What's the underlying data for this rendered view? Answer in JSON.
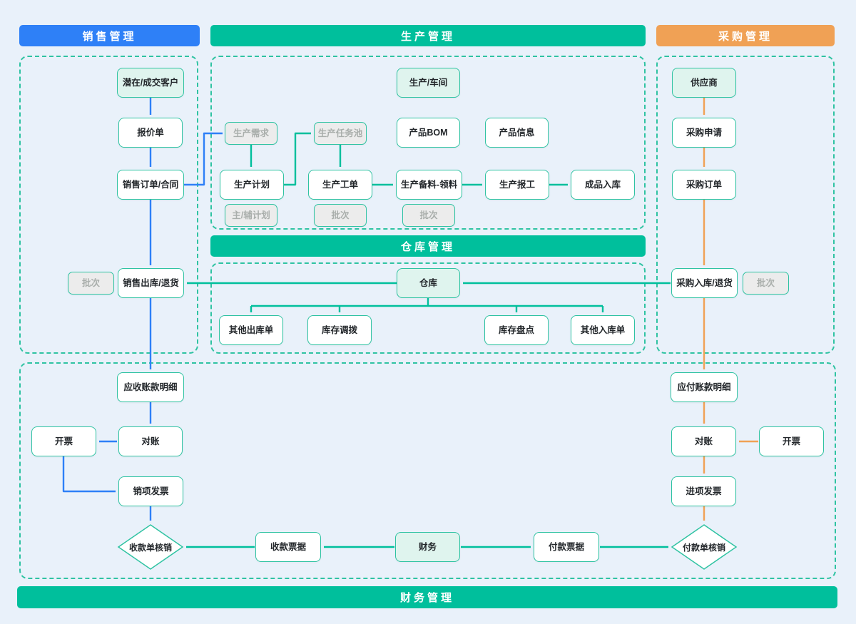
{
  "headers": {
    "sales": "销售管理",
    "production": "生产管理",
    "purchase": "采购管理",
    "warehouse": "仓库管理",
    "finance": "财务管理"
  },
  "nodes": {
    "customer": "潜在/成交客户",
    "quote": "报价单",
    "sales_order": "销售订单/合同",
    "batch_sales": "批次",
    "sales_out": "销售出库/退货",
    "prod_workshop": "生产/车间",
    "prod_demand": "生产需求",
    "prod_task_pool": "生产任务池",
    "product_bom": "产品BOM",
    "product_info": "产品信息",
    "prod_plan": "生产计划",
    "prod_workorder": "生产工单",
    "prod_material": "生产备料-领料",
    "prod_report": "生产报工",
    "finished_in": "成品入库",
    "main_aux_plan": "主/辅计划",
    "batch_workorder": "批次",
    "batch_material": "批次",
    "warehouse_node": "仓库",
    "other_out": "其他出库单",
    "stock_transfer": "库存调拨",
    "stock_check": "库存盘点",
    "other_in": "其他入库单",
    "supplier": "供应商",
    "purchase_request": "采购申请",
    "purchase_order": "采购订单",
    "purchase_in": "采购入库/退货",
    "batch_purchase": "批次",
    "ar_detail": "应收账款明细",
    "reconcile_ar": "对账",
    "invoice_ar": "开票",
    "sales_invoice": "销项发票",
    "receipt_verify": "收款单核销",
    "receipt_bill": "收款票据",
    "finance_node": "财务",
    "payment_bill": "付款票据",
    "ap_detail": "应付账款明细",
    "reconcile_ap": "对账",
    "invoice_ap": "开票",
    "input_invoice": "进项发票",
    "payment_verify": "付款单核销"
  },
  "colors": {
    "sales_accent": "#2E80F7",
    "production_accent": "#00BF9C",
    "purchase_accent": "#F0A155",
    "node_border": "#2FC3A2",
    "highlight_fill": "#DFF4EE",
    "disabled_fill": "#ECECEC",
    "disabled_text": "#A9AEAB",
    "background": "#E9F1FA"
  }
}
